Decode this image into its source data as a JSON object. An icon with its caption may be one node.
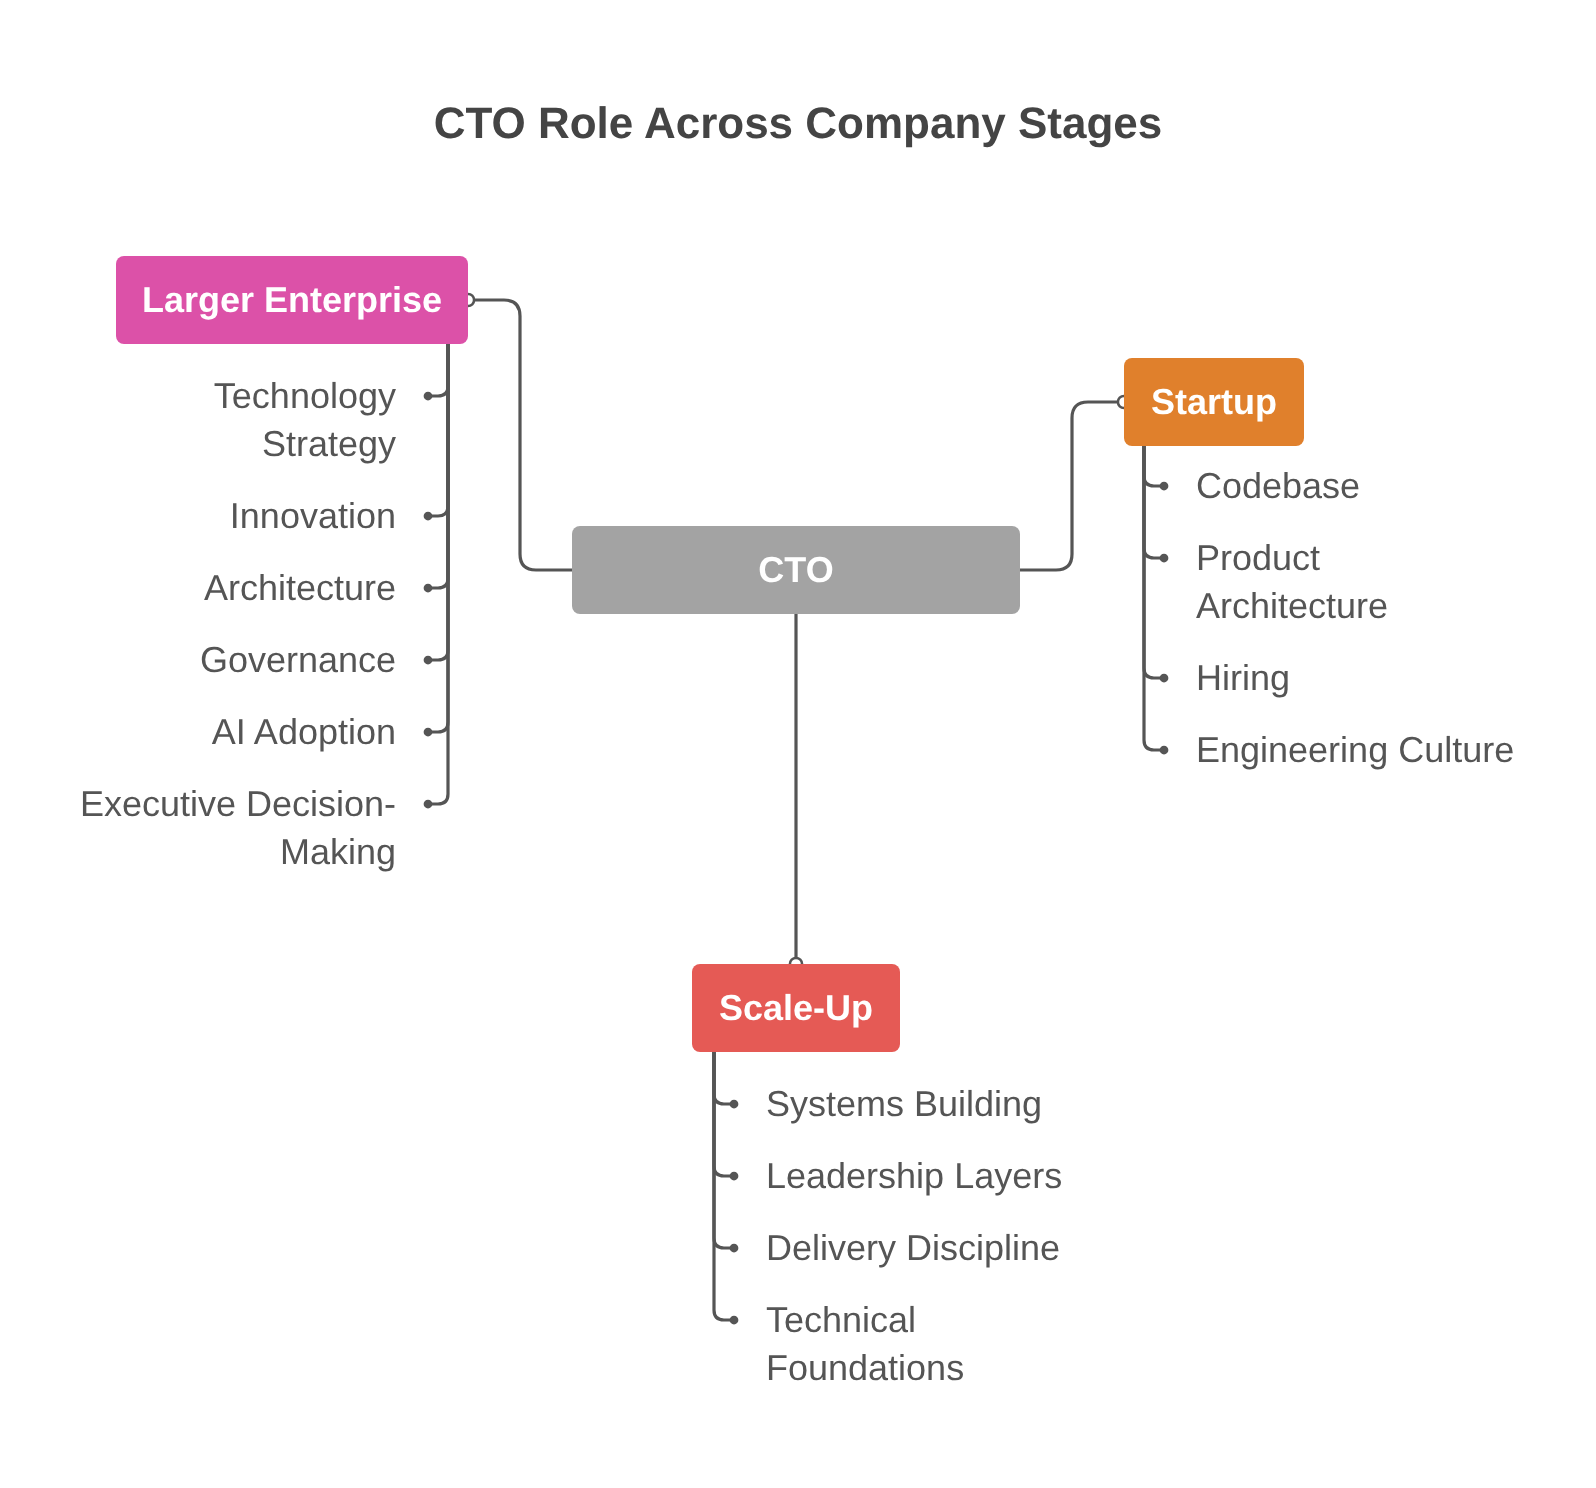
{
  "diagram": {
    "title": "CTO Role Across Company Stages",
    "nodes": [
      {
        "text": [
          "CTO"
        ]
      },
      {
        "text": [
          "Larger Enterprise"
        ]
      },
      {
        "text": [
          "Technology Strategy"
        ]
      },
      {
        "text": [
          "Innovation"
        ]
      },
      {
        "text": [
          "Architecture"
        ]
      },
      {
        "text": [
          "Governance"
        ]
      },
      {
        "text": [
          "AI Adoption"
        ]
      },
      {
        "text": [
          "Executive Decision-Making"
        ]
      },
      {
        "text": [
          "Startup"
        ]
      },
      {
        "text": [
          "Codebase"
        ]
      },
      {
        "text": [
          "Product Architecture"
        ]
      },
      {
        "text": [
          "Hiring"
        ]
      },
      {
        "text": [
          "Engineering Culture"
        ]
      },
      {
        "text": [
          "Scale-Up"
        ]
      },
      {
        "text": [
          "Systems Building"
        ]
      },
      {
        "text": [
          "Leadership Layers"
        ]
      },
      {
        "text": [
          "Delivery Discipline"
        ]
      },
      {
        "text": [
          "Technical Foundations"
        ]
      }
    ],
    "edges": [
      {
        "from": 0,
        "to": 1,
        "arrow": "other"
      },
      {
        "from": 1,
        "to": 2,
        "arrow": "other"
      },
      {
        "from": 1,
        "to": 3,
        "arrow": "other"
      },
      {
        "from": 1,
        "to": 4,
        "arrow": "other"
      },
      {
        "from": 1,
        "to": 5,
        "arrow": "other"
      },
      {
        "from": 1,
        "to": 6,
        "arrow": "other"
      },
      {
        "from": 1,
        "to": 7,
        "arrow": "other"
      },
      {
        "from": 0,
        "to": 8,
        "arrow": "other"
      },
      {
        "from": 8,
        "to": 9,
        "arrow": "other"
      },
      {
        "from": 8,
        "to": 10,
        "arrow": "other"
      },
      {
        "from": 8,
        "to": 11,
        "arrow": "other"
      },
      {
        "from": 8,
        "to": 12,
        "arrow": "other"
      },
      {
        "from": 0,
        "to": 13,
        "arrow": "other"
      },
      {
        "from": 13,
        "to": 14,
        "arrow": "other"
      },
      {
        "from": 13,
        "to": 15,
        "arrow": "other"
      },
      {
        "from": 13,
        "to": 16,
        "arrow": "other"
      },
      {
        "from": 13,
        "to": 17,
        "arrow": "other"
      }
    ]
  }
}
